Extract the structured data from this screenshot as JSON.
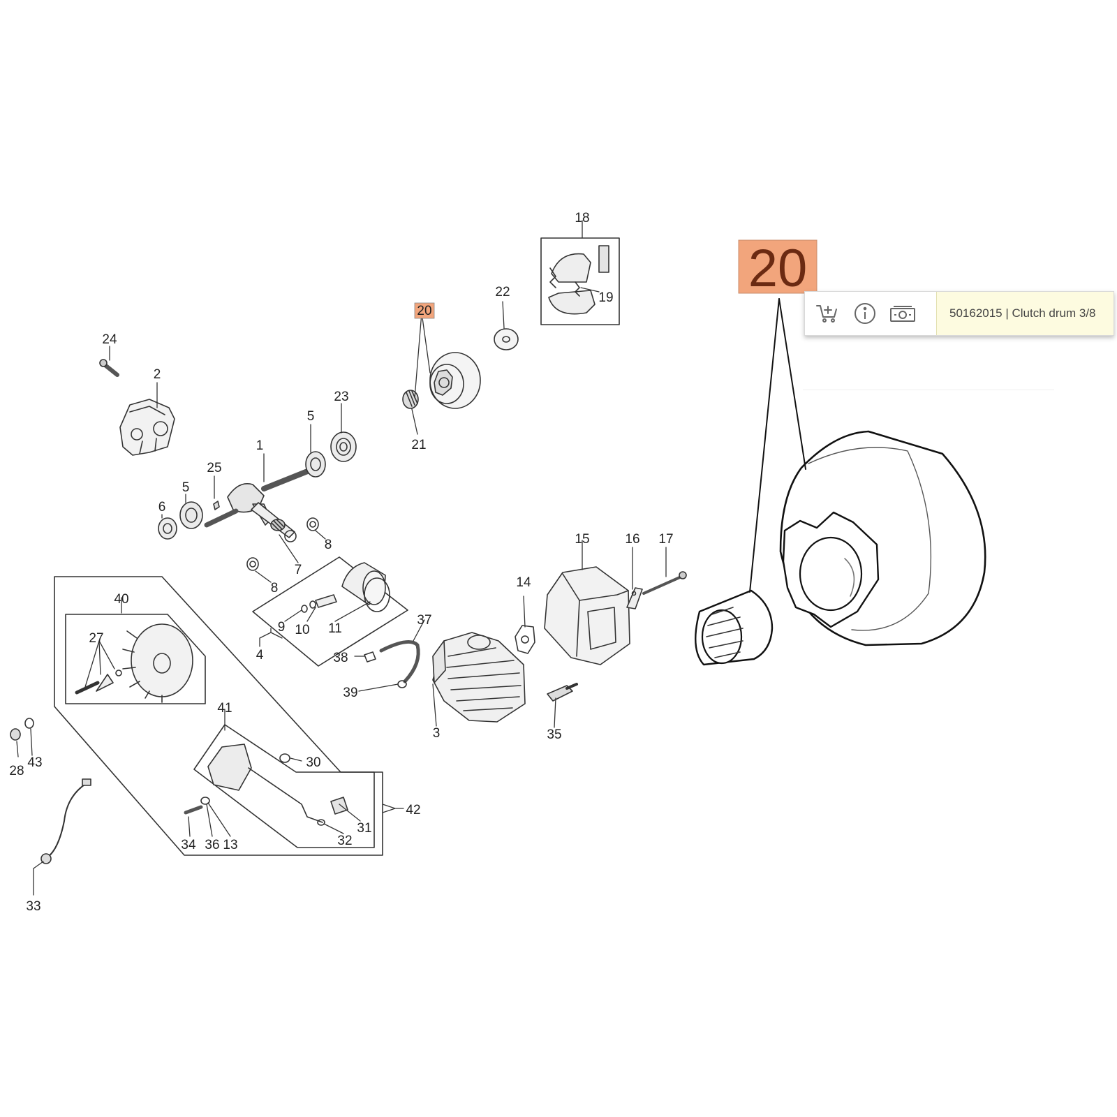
{
  "diagram": {
    "callout_labels": {
      "n1": "1",
      "n2": "2",
      "n3": "3",
      "n4": "4",
      "n5a": "5",
      "n5b": "5",
      "n6": "6",
      "n7": "7",
      "n8a": "8",
      "n8b": "8",
      "n9": "9",
      "n10": "10",
      "n11": "11",
      "n13": "13",
      "n14": "14",
      "n15": "15",
      "n16": "16",
      "n17": "17",
      "n18": "18",
      "n19": "19",
      "n20": "20",
      "n21": "21",
      "n22": "22",
      "n23": "23",
      "n24": "24",
      "n25": "25",
      "n27": "27",
      "n28": "28",
      "n30": "30",
      "n31": "31",
      "n32": "32",
      "n33": "33",
      "n34": "34",
      "n35": "35",
      "n36": "36",
      "n37": "37",
      "n38": "38",
      "n39": "39",
      "n40": "40",
      "n41": "41",
      "n42": "42",
      "n43": "43"
    },
    "highlight_color": "#f2a57c",
    "line_color": "#333333"
  },
  "detail": {
    "callout": "20"
  },
  "infobox": {
    "icons": [
      "cart-icon",
      "info-icon",
      "price-icon"
    ],
    "part_label": "50162015 | Clutch drum 3/8"
  }
}
